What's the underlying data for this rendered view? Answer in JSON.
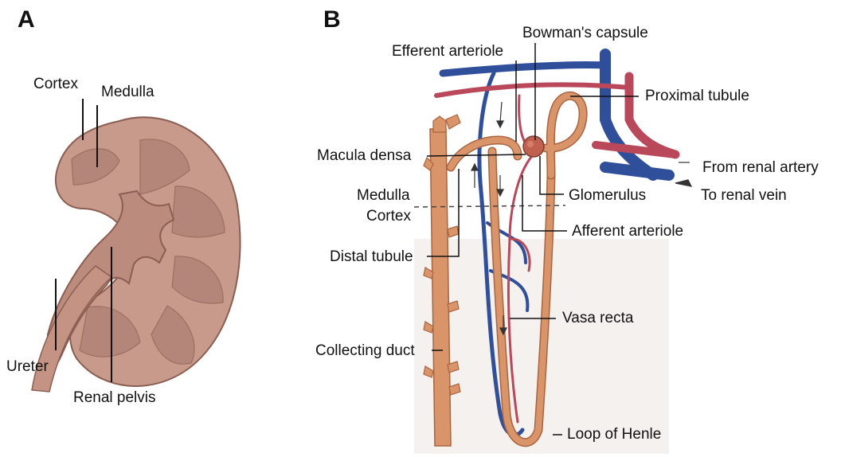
{
  "panel_a": {
    "letter": "A",
    "labels": {
      "cortex": "Cortex",
      "medulla": "Medulla",
      "ureter": "Ureter",
      "renal_pelvis": "Renal pelvis"
    }
  },
  "panel_b": {
    "letter": "B",
    "labels": {
      "bowmans_capsule": "Bowman's capsule",
      "efferent_arteriole": "Efferent arteriole",
      "proximal_tubule": "Proximal tubule",
      "macula_densa": "Macula densa",
      "from_renal_artery": "From renal artery",
      "glomerulus": "Glomerulus",
      "to_renal_vein": "To renal vein",
      "medulla": "Medulla",
      "cortex": "Cortex",
      "afferent_arteriole": "Afferent arteriole",
      "distal_tubule": "Distal tubule",
      "vasa_recta": "Vasa recta",
      "collecting_duct": "Collecting duct",
      "loop_of_henle": "Loop of Henle"
    }
  },
  "colors": {
    "kidney_fill": "#c89a8c",
    "kidney_edge": "#8a5e52",
    "pelvis": "#b98b7b",
    "tubule": "#d9946a",
    "tubule_edge": "#a96440",
    "artery": "#b9495a",
    "vein": "#2f4f9a"
  }
}
